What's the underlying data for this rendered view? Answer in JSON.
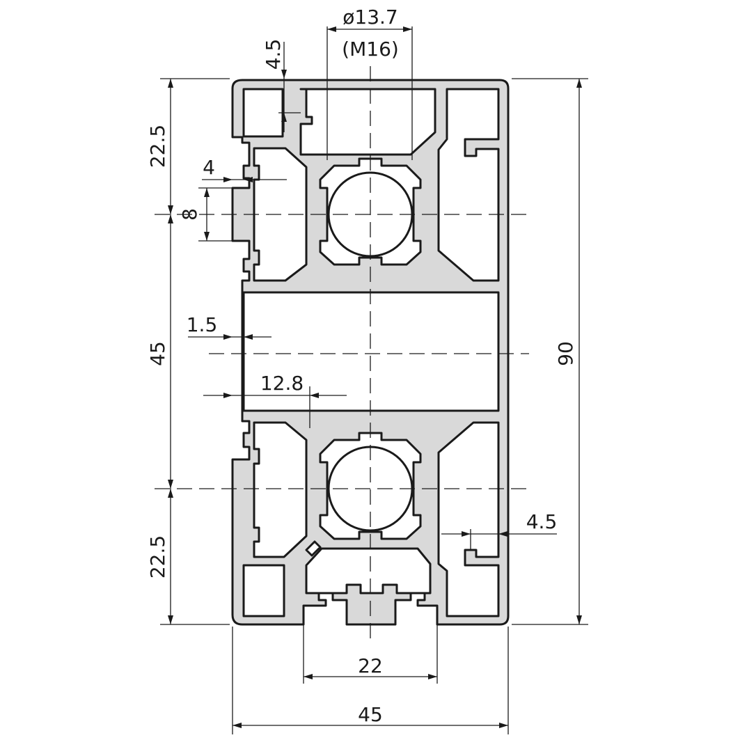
{
  "dimensions": {
    "bore_diameter": "ø13.7",
    "thread": "(M16)",
    "slot_depth_top": "4.5",
    "slot_depth_right": "4.5",
    "top_section": "22.5",
    "bottom_section": "22.5",
    "middle_section": "45",
    "total_height": "90",
    "total_width": "45",
    "slot_lip": "4",
    "slot_width_side": "8",
    "wall_thickness": "1.5",
    "core_offset": "12.8",
    "slot_width_bottom": "22"
  }
}
